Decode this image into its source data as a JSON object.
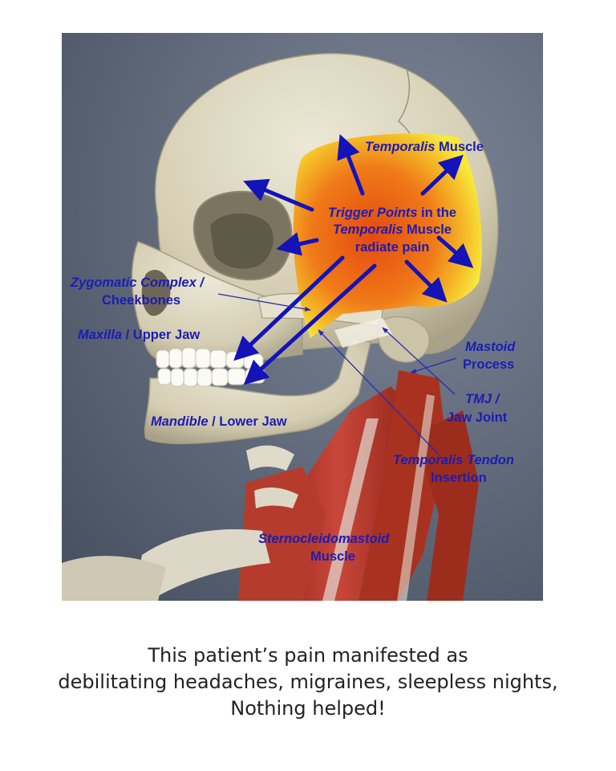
{
  "labels": {
    "temporalis_muscle": {
      "italic": "Temporalis",
      "rest": " Muscle"
    },
    "trigger_line1": {
      "italic": "Trigger Points",
      "rest": " in the"
    },
    "trigger_line2": {
      "italic": "Temporalis",
      "rest": " Muscle"
    },
    "trigger_line3": "radiate pain",
    "zygomatic_line1": "Zygomatic Complex /",
    "zygomatic_line2": "Cheekbones",
    "maxilla": {
      "italic": "Maxilla",
      "rest": " / Upper Jaw"
    },
    "mastoid_line1": "Mastoid",
    "mastoid_line2": "Process",
    "tmj_line1": "TMJ /",
    "tmj_line2": "Jaw Joint",
    "mandible": {
      "italic": "Mandible",
      "rest": " / Lower Jaw"
    },
    "tendon_line1": "Temporalis Tendon",
    "tendon_line2": "Insertion",
    "scm_line1": "Sternocleidomastoid",
    "scm_line2": "Muscle"
  },
  "caption": {
    "line1": "This patient’s pain manifested as",
    "line2": "debilitating headaches, migraines, sleepless nights,",
    "line3": "Nothing helped!"
  },
  "colors": {
    "label_blue": "#1c1cb4",
    "background": "#5c6678",
    "bone": "#ddd7bf",
    "muscle": "#b83a2a",
    "trigger_orange": "#ef6a10",
    "trigger_yellow": "#f5e83a"
  }
}
